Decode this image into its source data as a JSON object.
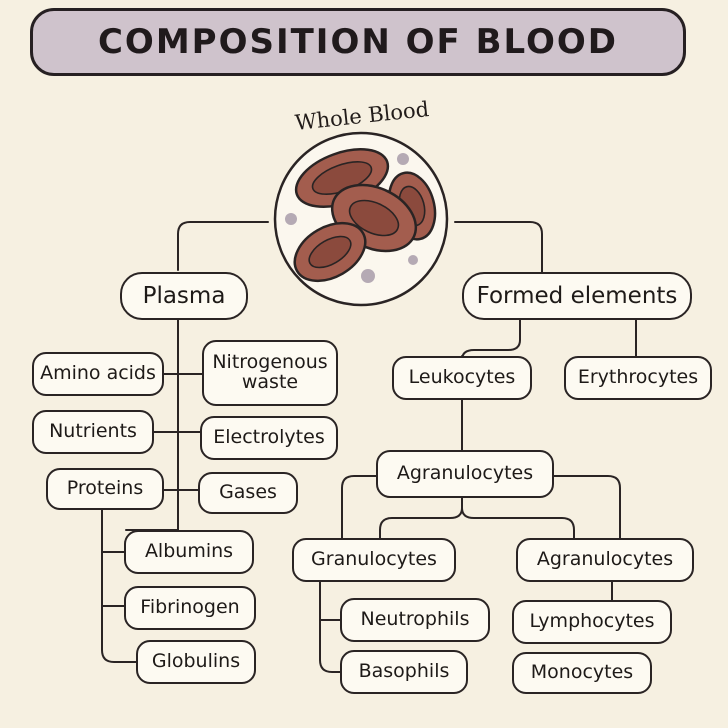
{
  "title": "COMPOSITION OF BLOOD",
  "root": {
    "label": "Whole Blood",
    "illustration": "red-blood-cells-icon"
  },
  "plasma": {
    "label": "Plasma",
    "left_components": [
      "Amino acids",
      "Nutrients",
      "Proteins"
    ],
    "right_components": [
      "Nitrogenous waste",
      "Electrolytes",
      "Gases"
    ],
    "proteins": [
      "Albumins",
      "Fibrinogen",
      "Globulins"
    ]
  },
  "formed": {
    "label": "Formed elements",
    "leukocytes": "Leukocytes",
    "erythrocytes": "Erythrocytes",
    "agranulocytes_top": "Agranulocytes",
    "granulocytes": {
      "label": "Granulocytes",
      "items": [
        "Neutrophils",
        "Basophils"
      ]
    },
    "agranulocytes": {
      "label": "Agranulocytes",
      "items": [
        "Lymphocytes",
        "Monocytes"
      ]
    }
  },
  "colors": {
    "background": "#f6f0e1",
    "title_banner": "#cfc3cc",
    "cell_fill": "#a35d4e",
    "cell_inner": "#8b4a3d",
    "speckle": "#b5aab4",
    "ink": "#2a2424"
  }
}
